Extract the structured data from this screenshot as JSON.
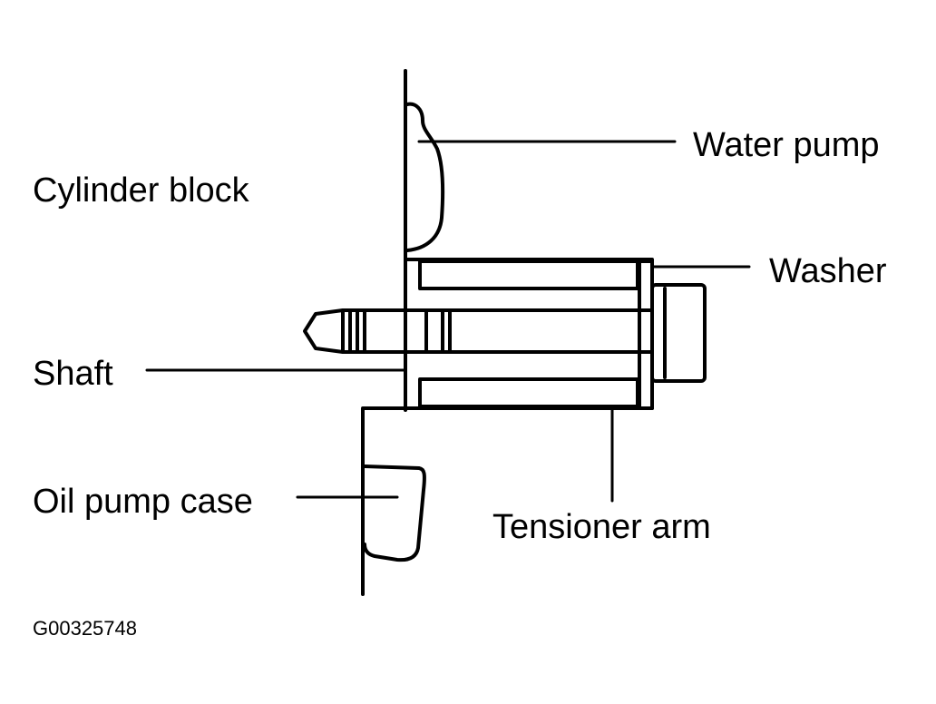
{
  "labels": {
    "water_pump": "Water pump",
    "cylinder_block": "Cylinder block",
    "washer": "Washer",
    "shaft": "Shaft",
    "oil_pump_case": "Oil pump case",
    "tensioner_arm": "Tensioner arm"
  },
  "figure_id": "G00325748"
}
